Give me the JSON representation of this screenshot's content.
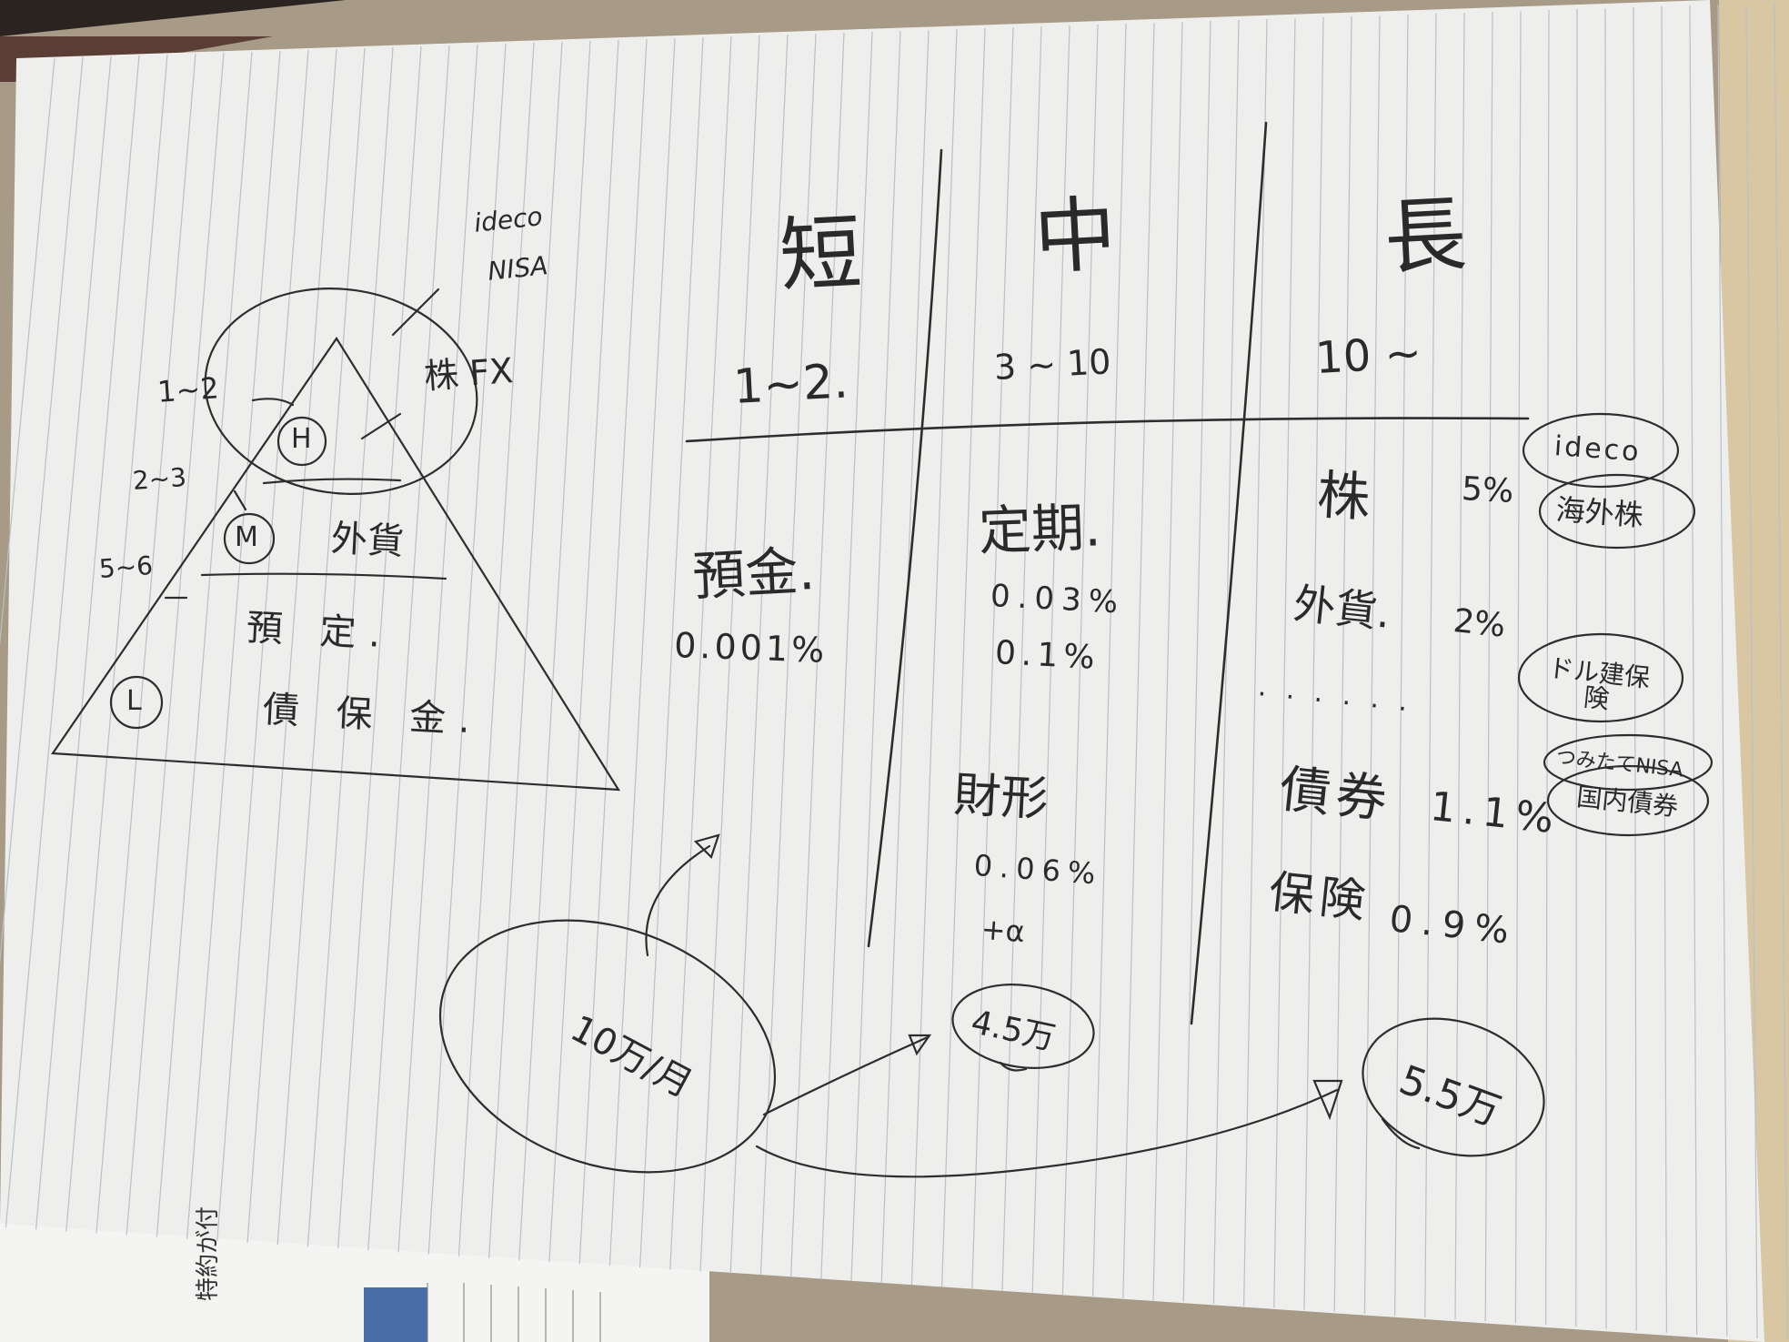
{
  "photo": {
    "colors": {
      "table": "#a79a86",
      "paper": "#eeeeec",
      "rule_line": "#b9c0c8",
      "ink": "#2a2a2a",
      "shadow_strip": "#5a3d34",
      "right_wall": "#d9c7a3"
    }
  },
  "pyramid": {
    "top_note_1": "ideco",
    "top_note_2": "NISA",
    "label_stock_fx": "株 FX",
    "range_top": "1~2",
    "range_mid": "2~3",
    "range_low": "5~6",
    "circle_h": "H",
    "circle_m": "M",
    "circle_l": "L",
    "mid_text": "外貨",
    "low_text_1": "預 定.",
    "low_text_2": "債 保 金."
  },
  "table": {
    "col_short_title": "短",
    "col_mid_title": "中",
    "col_long_title": "長",
    "col_short_range": "1~2.",
    "col_mid_range": "3 ~ 10",
    "col_long_range": "10 ~",
    "short_item": "預金.",
    "short_rate": "0.001%",
    "mid_item_1": "定期.",
    "mid_rate_1a": "0.03%",
    "mid_rate_1b": "0.1%",
    "mid_item_2": "財形",
    "mid_rate_2": "0.06%",
    "mid_note": "+α",
    "long_item_1": "株",
    "long_rate_1": "5%",
    "long_item_2": "外貨.",
    "long_rate_2": "2%",
    "long_dots": ". . . . . .",
    "long_item_3": "債券",
    "long_rate_3": "1.1%",
    "long_item_4": "保険",
    "long_rate_4": "0.9%"
  },
  "side_notes": {
    "ideco": "ideco",
    "foreign_stock": "海外株",
    "dollar_insurance": "ドル建保険",
    "tsumitate_nisa": "つみたてNISA",
    "domestic_bond": "国内債券"
  },
  "flow": {
    "monthly": "10万/月",
    "mid_total": "4.5万",
    "long_total": "5.5万"
  },
  "bottom_doc": {
    "label": "特約が付"
  }
}
